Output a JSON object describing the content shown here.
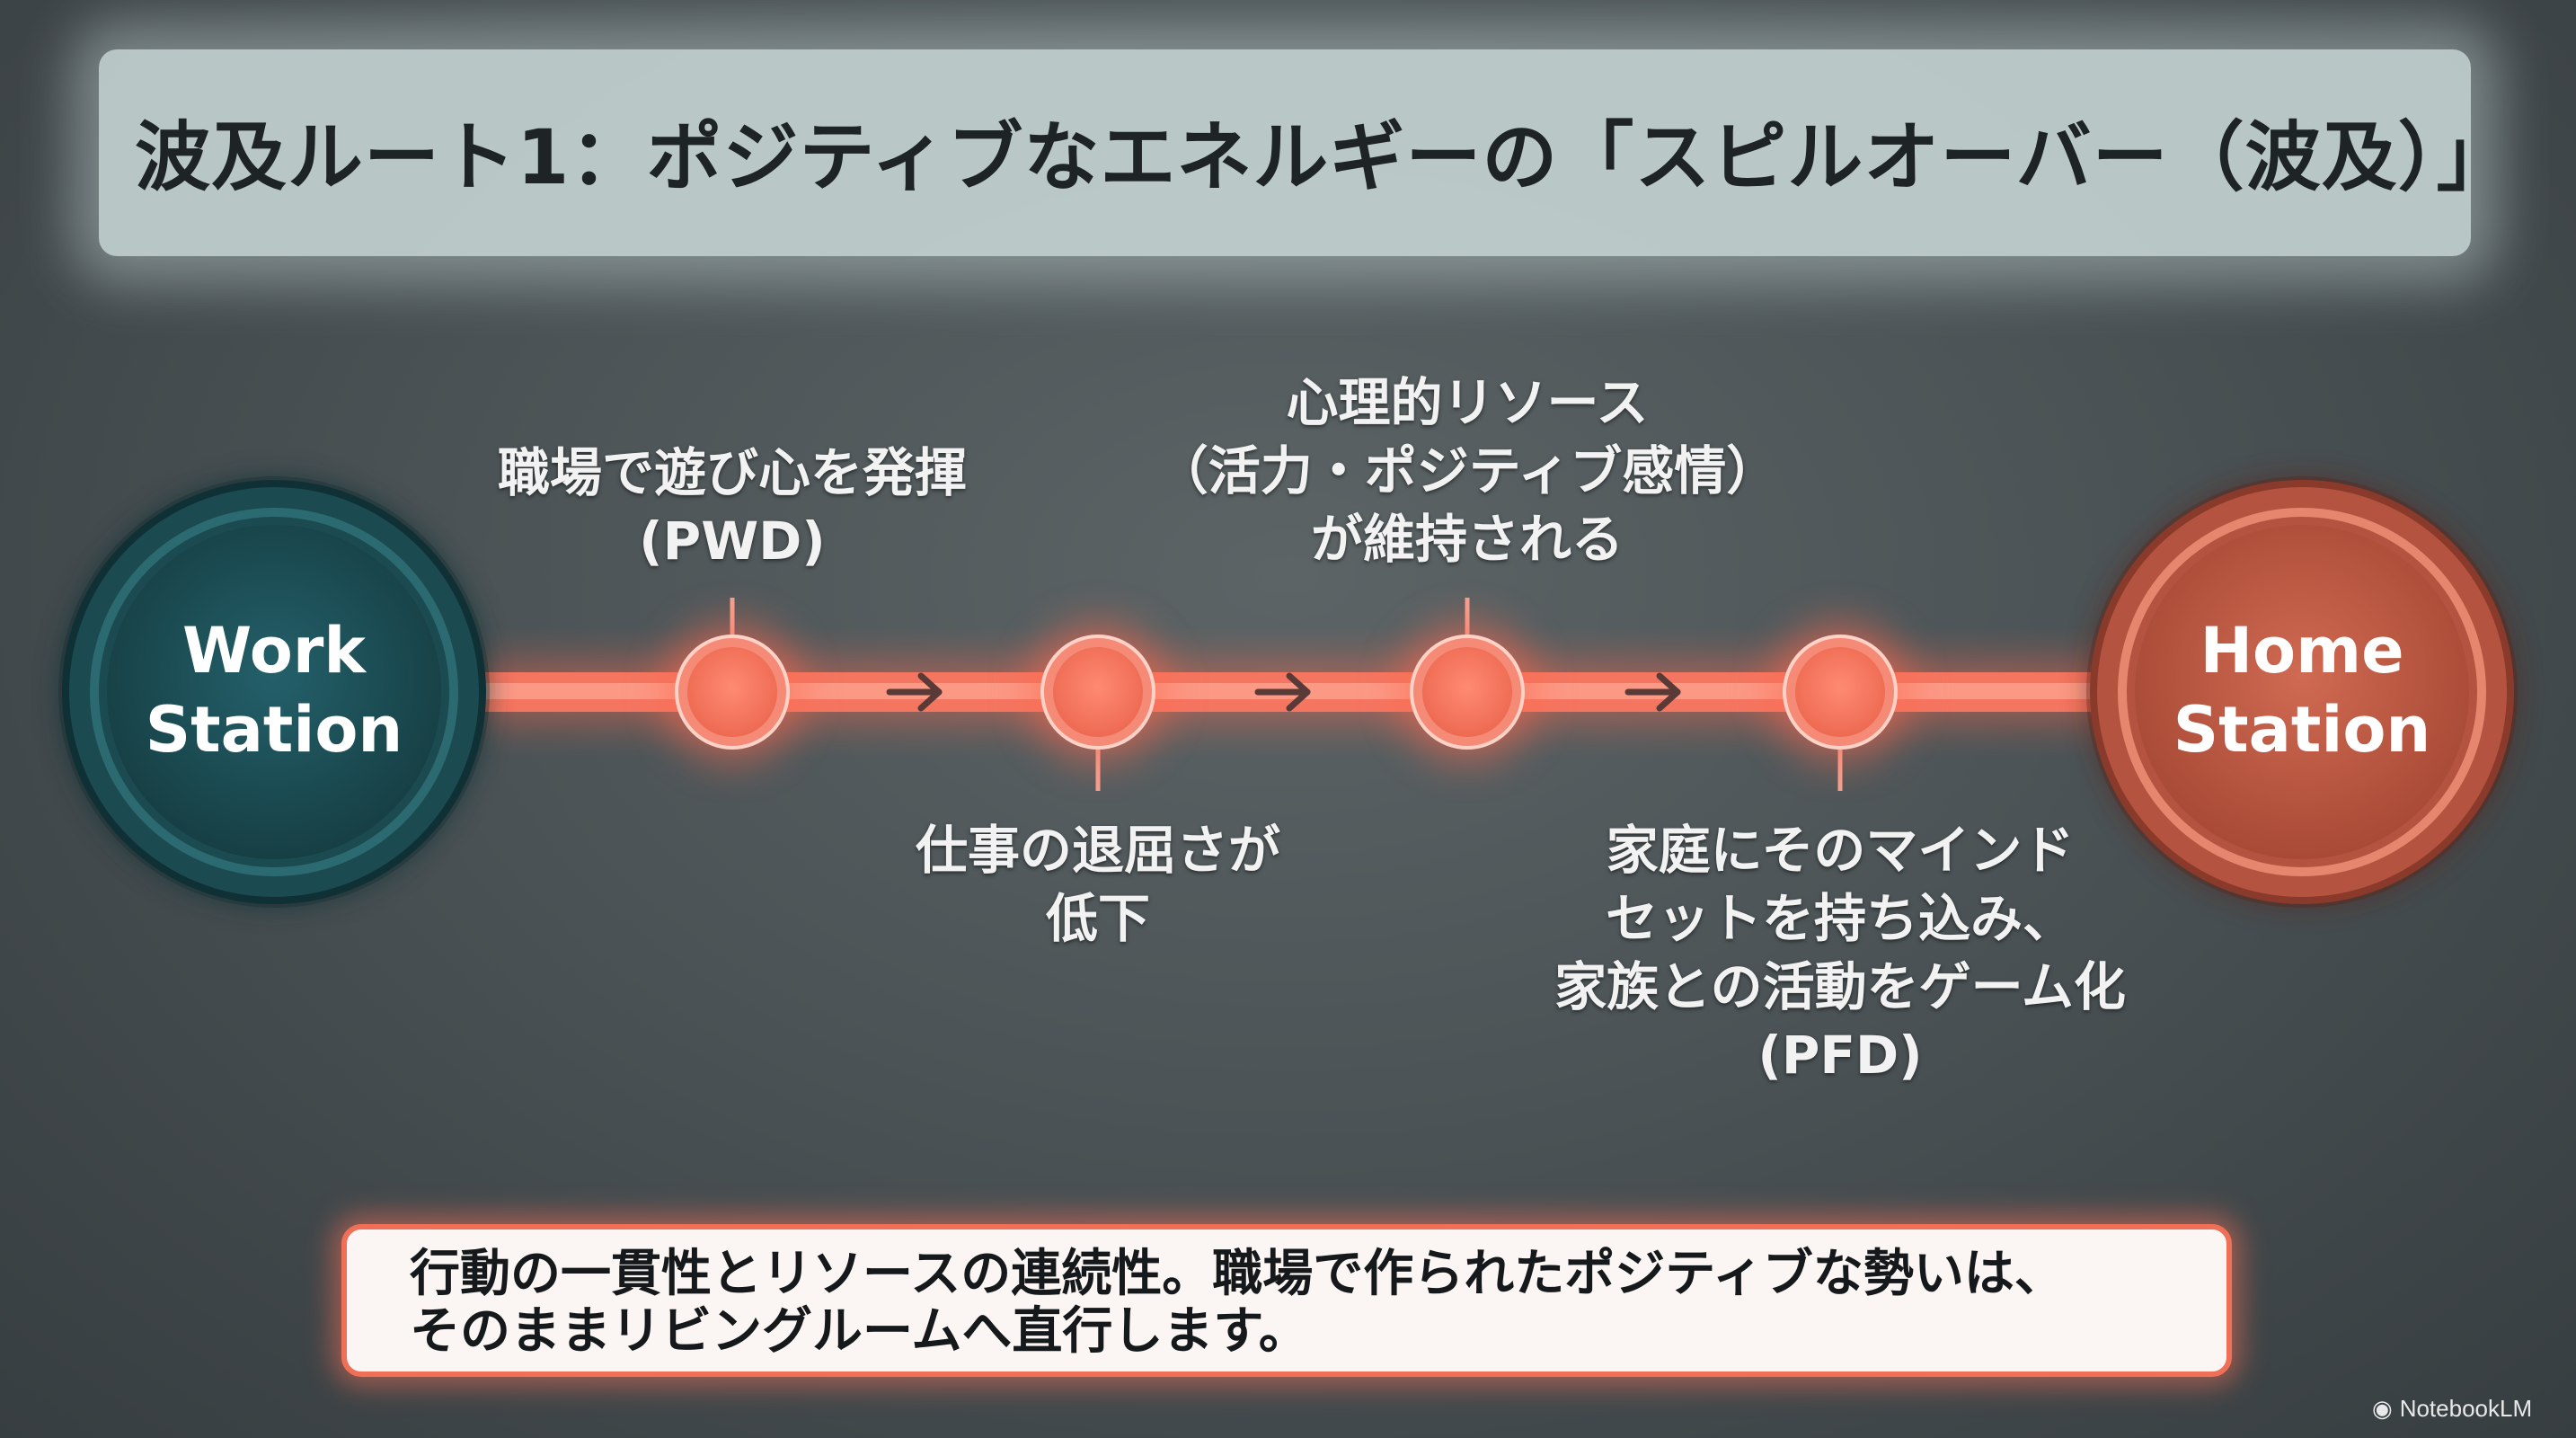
{
  "title": "波及ルート1：ポジティブなエネルギーの「スピルオーバー（波及）」",
  "stations": {
    "work": "Work\nStation",
    "home": "Home\nStation"
  },
  "steps": {
    "step1": "職場で遊び心を発揮\n(PWD)",
    "step2": "仕事の退屈さが\n低下",
    "step3": "心理的リソース\n（活力・ポジティブ感情）\nが維持される",
    "step4": "家庭にそのマインド\nセットを持ち込み、\n家族との活動をゲーム化\n(PFD)"
  },
  "summary": "行動の一貫性とリソースの連続性。職場で作られたポジティブな勢いは、\nそのままリビングルームへ直行します。",
  "brand": "NotebookLM",
  "colors": {
    "work_station": "#1d4f55",
    "home_station": "#c25a44",
    "track": "#f26b55",
    "node": "#f47a64",
    "summary_border": "#f06f57"
  }
}
